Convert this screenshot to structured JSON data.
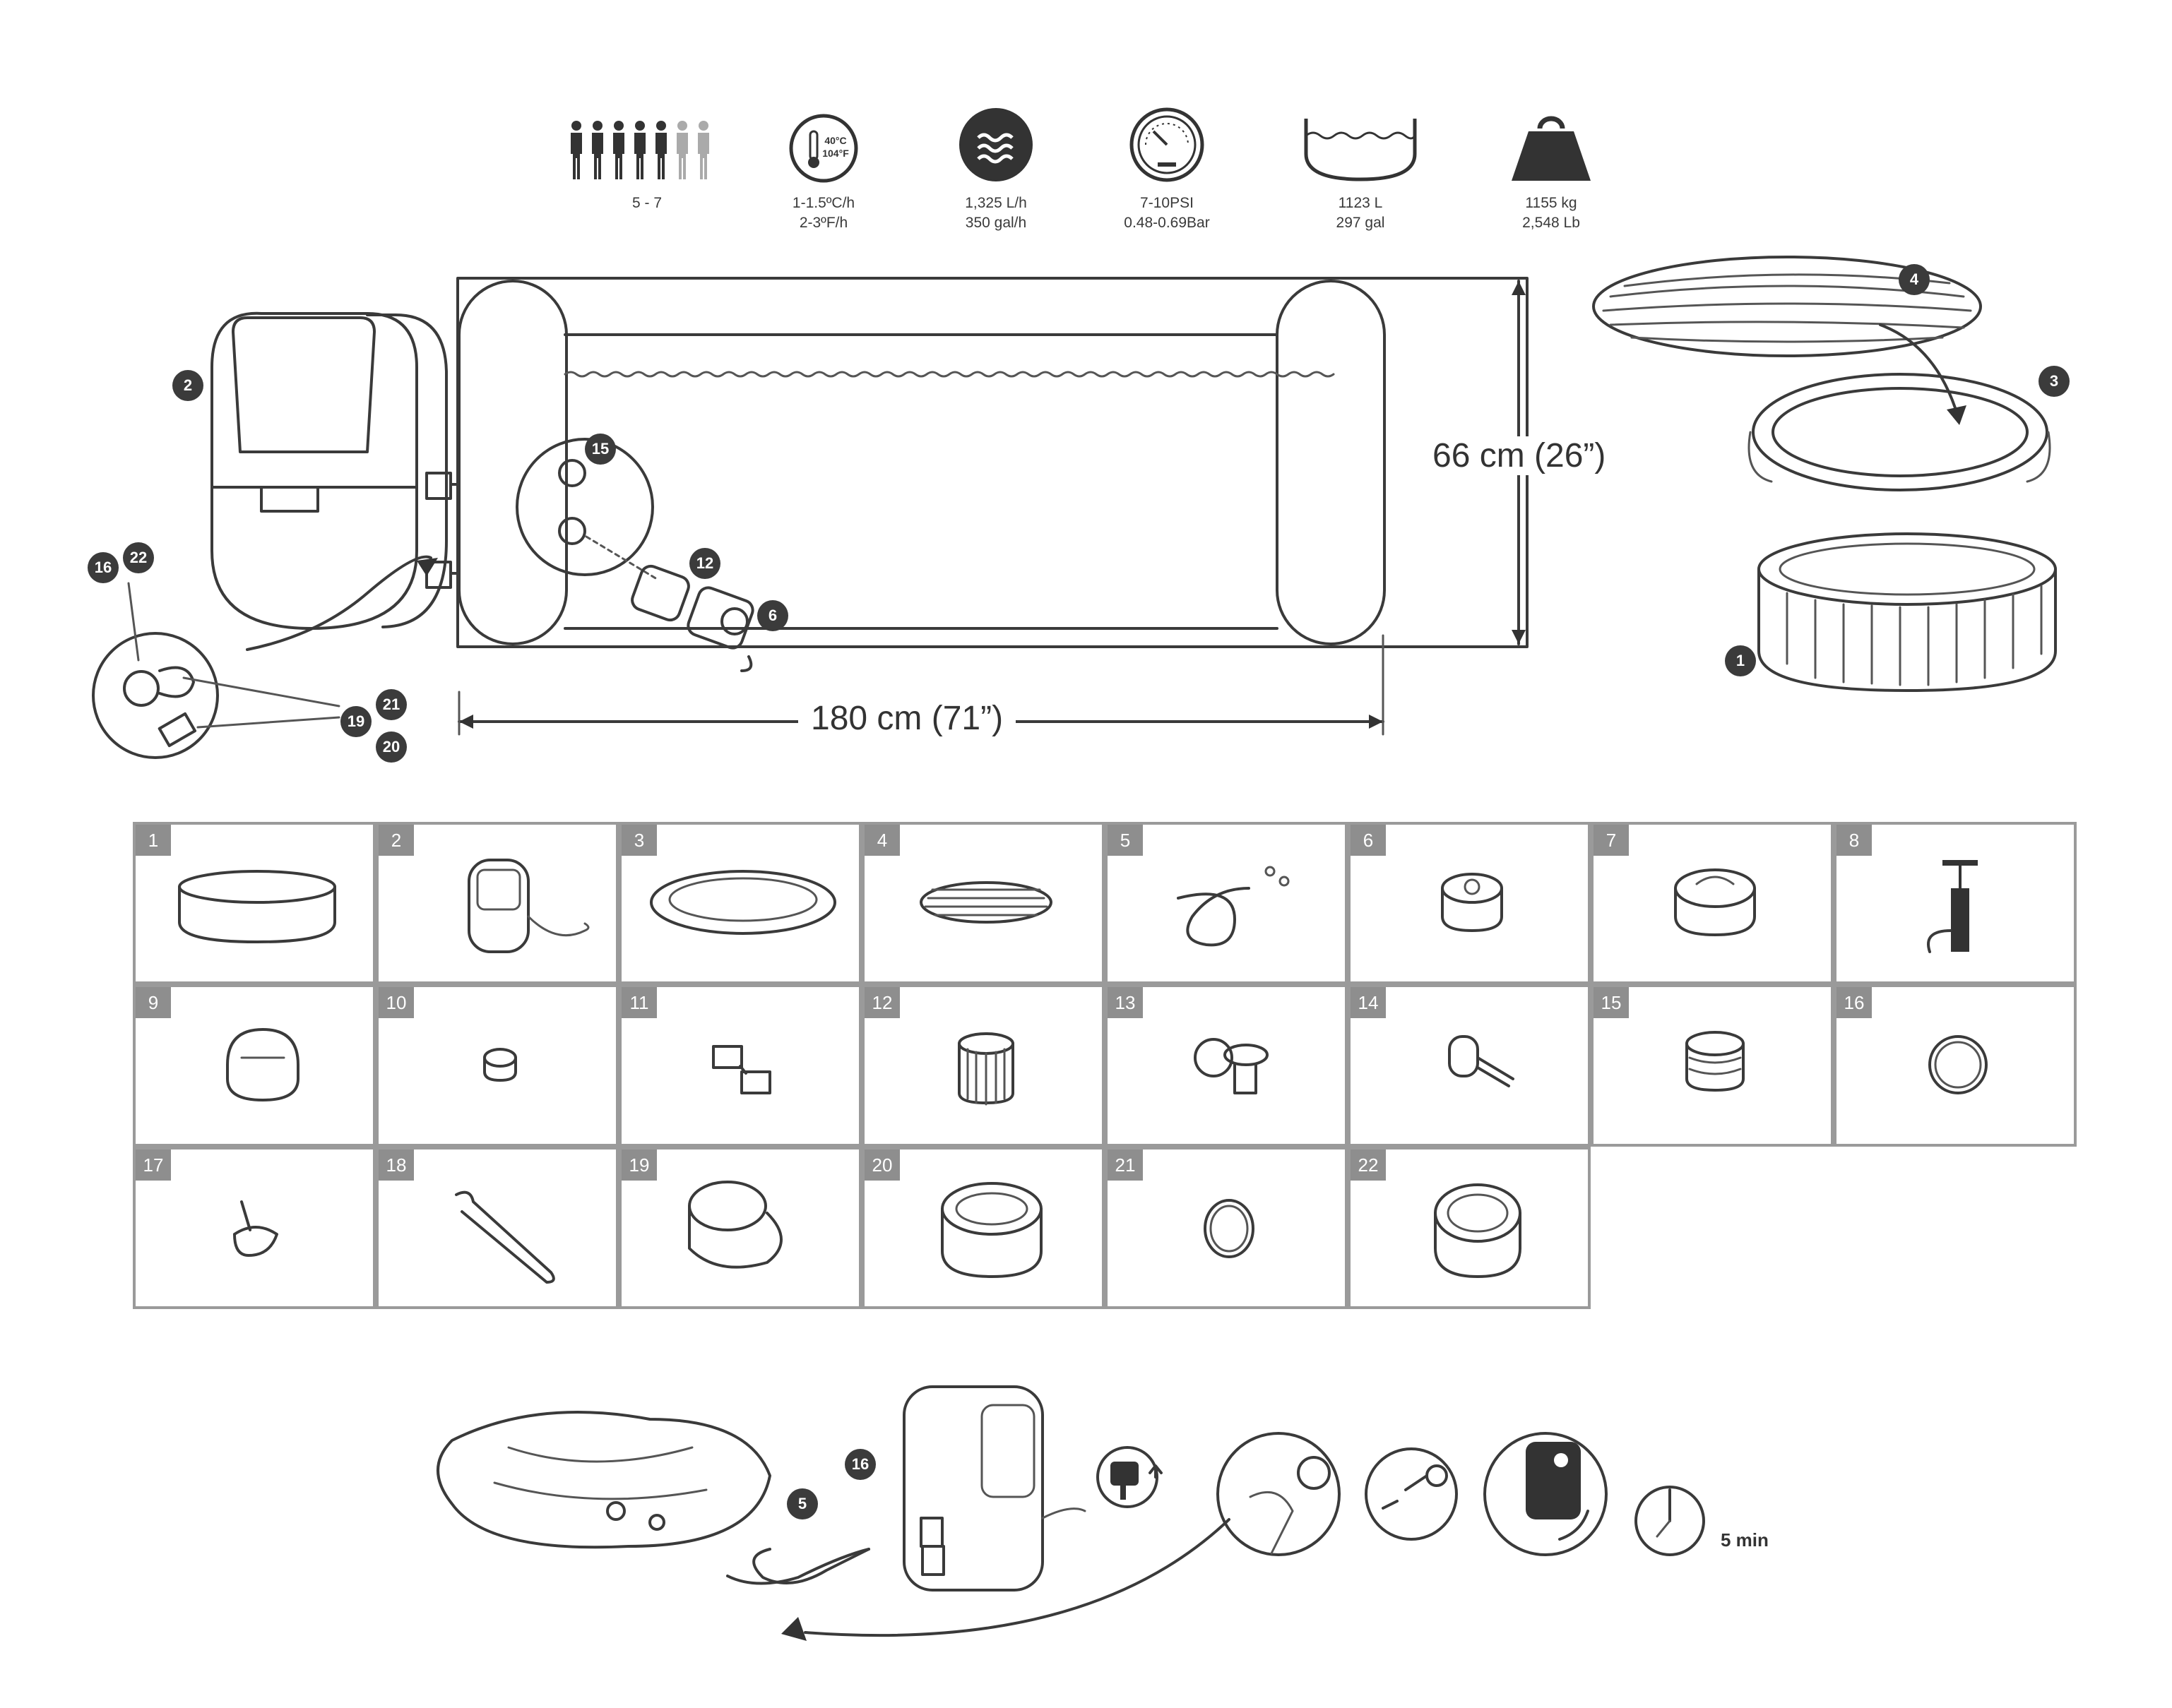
{
  "specs": {
    "persons": {
      "l1": "5 - 7",
      "icon": "persons-icon"
    },
    "heating": {
      "icon_top": "40°C",
      "icon_bottom": "104°F",
      "l1": "1-1.5ºC/h",
      "l2": "2-3ºF/h"
    },
    "flow": {
      "l1": "1,325 L/h",
      "l2": "350 gal/h"
    },
    "pressure": {
      "l1": "7-10PSI",
      "l2": "0.48-0.69Bar"
    },
    "volume": {
      "l1": "1123 L",
      "l2": "297 gal"
    },
    "weight": {
      "l1": "1155 kg",
      "l2": "2,548 Lb"
    }
  },
  "dimensions": {
    "height": "66 cm (26”)",
    "width": "180 cm (71”)"
  },
  "callouts": [
    "1",
    "2",
    "3",
    "4",
    "6",
    "12",
    "15",
    "16",
    "19",
    "20",
    "21",
    "22"
  ],
  "parts": [
    {
      "num": "1",
      "icon": "spa-liner-icon"
    },
    {
      "num": "2",
      "icon": "pump-control-unit-icon"
    },
    {
      "num": "3",
      "icon": "spa-cover-icon"
    },
    {
      "num": "4",
      "icon": "inflatable-bladder-icon"
    },
    {
      "num": "5",
      "icon": "inflation-hose-icon"
    },
    {
      "num": "6",
      "icon": "filter-housing-icon"
    },
    {
      "num": "7",
      "icon": "filter-cover-icon"
    },
    {
      "num": "8",
      "icon": "hand-pump-icon"
    },
    {
      "num": "9",
      "icon": "connector-icon"
    },
    {
      "num": "10",
      "icon": "cap-icon"
    },
    {
      "num": "11",
      "icon": "buckle-icon"
    },
    {
      "num": "12",
      "icon": "filter-cartridge-icon"
    },
    {
      "num": "13",
      "icon": "drain-valve-icon"
    },
    {
      "num": "14",
      "icon": "drain-adapter-icon"
    },
    {
      "num": "15",
      "icon": "inlet-connector-icon"
    },
    {
      "num": "16",
      "icon": "o-ring-icon"
    },
    {
      "num": "17",
      "icon": "screw-plug-icon"
    },
    {
      "num": "18",
      "icon": "brush-icon"
    },
    {
      "num": "19",
      "icon": "stopper-icon"
    },
    {
      "num": "20",
      "icon": "threaded-nut-icon"
    },
    {
      "num": "21",
      "icon": "gasket-icon"
    },
    {
      "num": "22",
      "icon": "lock-ring-icon"
    }
  ],
  "setup": {
    "hose_label": "5",
    "oring_label": "16",
    "time": "5 min"
  }
}
